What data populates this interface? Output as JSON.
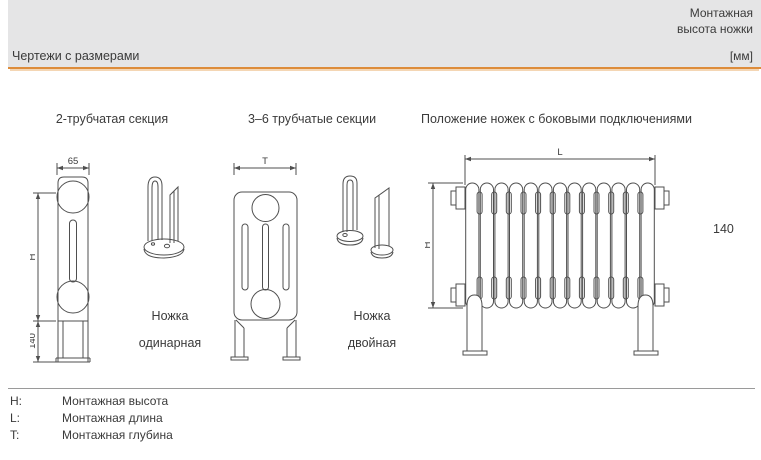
{
  "header": {
    "title": "Чертежи с размерами",
    "right_label": "Монтажная высота ножки",
    "unit": "[мм]",
    "bg_color": "#e5e5e6",
    "accent_color": "#dd8c3b",
    "text_color": "#3a3a3a"
  },
  "sections": {
    "two_tube_title": "2-трубчатая секция",
    "multi_tube_title": "3–6 трубчатые секции",
    "feet_position_title": "Положение ножек с боковыми подключениями"
  },
  "drawings": {
    "line_color": "#4f4f4f",
    "two_tube": {
      "width_dim": "65",
      "height_dim": "H",
      "leg_height_dim": "140"
    },
    "single_leg": {
      "line1": "Ножка",
      "line2": "одинарная"
    },
    "multi_tube": {
      "depth_dim": "T"
    },
    "double_leg": {
      "line1": "Ножка",
      "line2": "двойная"
    },
    "radiator": {
      "length_dim": "L",
      "height_dim": "H"
    },
    "leg_mounting_height_value": "140"
  },
  "legend": {
    "rows": [
      {
        "key": "H:",
        "label": "Монтажная высота"
      },
      {
        "key": "L:",
        "label": "Монтажная длина"
      },
      {
        "key": "T:",
        "label": "Монтажная глубина"
      }
    ]
  }
}
